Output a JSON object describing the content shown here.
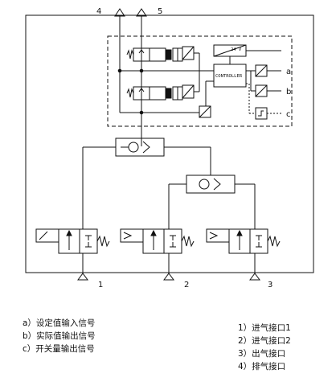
{
  "ports_top": {
    "p4": "4",
    "p5": "5"
  },
  "ports_bottom": {
    "p1": "1",
    "p2": "2",
    "p3": "3"
  },
  "signals": {
    "a": "a",
    "b": "b",
    "c": "c"
  },
  "controller_label": "CONTROLLER",
  "supply_label": "24 V",
  "legend_signals": [
    "a）设定值输入信号",
    "b）实际值输出信号",
    "c）开关量输出信号"
  ],
  "legend_ports": [
    "1）进气接口1",
    "2）进气接口2",
    "3）出气接口",
    "4）排气接口"
  ]
}
